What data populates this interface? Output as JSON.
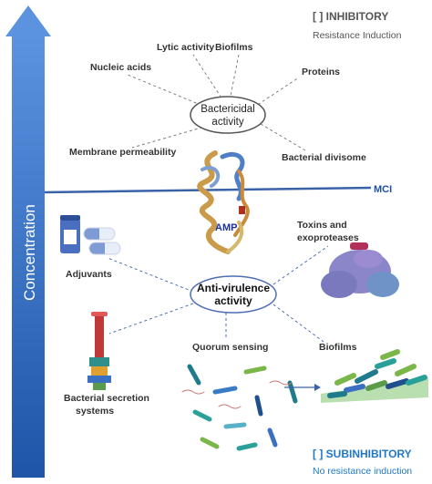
{
  "axis": {
    "label": "Concentration"
  },
  "top_right": {
    "title": "[ ] INHIBITORY",
    "subtitle": "Resistance Induction"
  },
  "bottom_right": {
    "title": "[ ] SUBINHIBITORY",
    "subtitle": "No resistance induction"
  },
  "threshold": {
    "label": "MCI"
  },
  "bactericidal": {
    "title_line1": "Bactericidal",
    "title_line2": "activity",
    "targets": [
      "Lytic activity",
      "Biofilms",
      "Nucleic acids",
      "Proteins",
      "Membrane permeability",
      "Bacterial divisome"
    ]
  },
  "peptide": {
    "label": "AMP"
  },
  "antivirulence": {
    "title_line1": "Anti-virulence",
    "title_line2": "activity",
    "targets": {
      "adjuvants": "Adjuvants",
      "toxins_line1": "Toxins and",
      "toxins_line2": "exoproteases",
      "secretion_line1": "Bacterial secretion",
      "secretion_line2": "systems",
      "quorum": "Quorum sensing",
      "biofilms": "Biofilms"
    }
  },
  "colors": {
    "axis_blue": "#2b6fc2",
    "mci_line": "#3a62a8",
    "dashed": "#7a8fb8",
    "blue_text": "#1f77c9"
  }
}
